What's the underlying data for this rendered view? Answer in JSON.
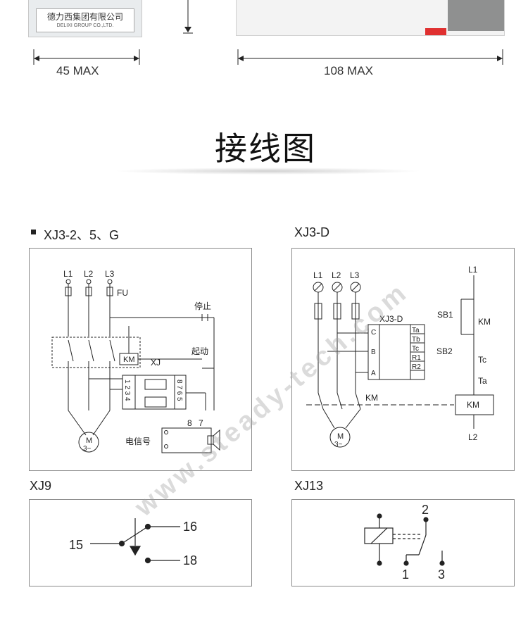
{
  "product_top": {
    "company_label_cn": "德力西集团有限公司",
    "company_label_en": "DELIXI GROUP CO.,LTD.",
    "dim_width": "45 MAX",
    "dim_depth": "108 MAX"
  },
  "section": {
    "title": "接线图"
  },
  "diagrams": {
    "xj3_2": {
      "title": "XJ3-2、5、G",
      "labels": {
        "l1": "L1",
        "l2": "L2",
        "l3": "L3",
        "fu": "FU",
        "stop": "停止",
        "start": "起动",
        "km": "KM",
        "xj": "XJ",
        "terminals_left": "1 2 3 4",
        "terminals_right": "8 7 6 5",
        "signal": "电信号",
        "t8": "8",
        "t7": "7",
        "motor_m": "M",
        "motor_3": "3~"
      }
    },
    "xj3_d": {
      "title": "XJ3-D",
      "labels": {
        "l1": "L1",
        "l2": "L2",
        "l3": "L3",
        "device": "XJ3-D",
        "c": "C",
        "b": "B",
        "a": "A",
        "ta": "Ta",
        "tb": "Tb",
        "tc": "Tc",
        "r1": "R1",
        "r2": "R2",
        "km": "KM",
        "ctrl_l1": "L1",
        "sb1": "SB1",
        "sb2": "SB2",
        "km_contact": "KM",
        "tc_contact": "Tc",
        "ta_contact": "Ta",
        "km_coil": "KM",
        "ctrl_l2": "L2",
        "motor_m": "M",
        "motor_3": "3~"
      }
    },
    "xj9": {
      "title": "XJ9",
      "t15": "15",
      "t16": "16",
      "t18": "18"
    },
    "xj13": {
      "title": "XJ13",
      "t1": "1",
      "t2": "2",
      "t3": "3"
    }
  },
  "watermark": "www.steady-tech.com"
}
